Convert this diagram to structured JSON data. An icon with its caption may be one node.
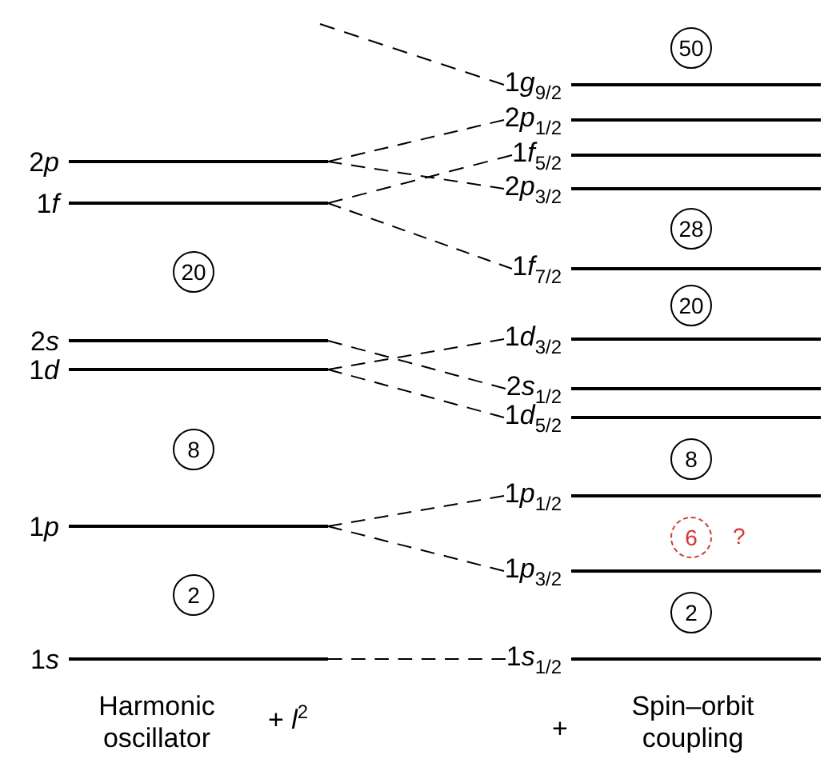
{
  "diagram": {
    "nodes": [
      {
        "text": [
          "2p"
        ]
      },
      {
        "text": [
          "1f"
        ]
      },
      {
        "text": [
          "2s"
        ]
      },
      {
        "text": [
          "1d"
        ]
      },
      {
        "text": [
          "1p"
        ]
      },
      {
        "text": [
          "1s"
        ]
      },
      {
        "text": [
          "1g$_{9/2}$"
        ]
      },
      {
        "text": [
          "2p$_{1/2}$"
        ]
      },
      {
        "text": [
          "1f$_{5/2}$"
        ]
      },
      {
        "text": [
          "2p$_{3/2}$"
        ]
      },
      {
        "text": [
          "1f$_{7/2}$"
        ]
      },
      {
        "text": [
          "1d$_{3/2}$"
        ]
      },
      {
        "text": [
          "2s$_{1/2}$"
        ]
      },
      {
        "text": [
          "1d$_{5/2}$"
        ]
      },
      {
        "text": [
          "1p$_{1/2}$"
        ]
      },
      {
        "text": [
          "1p$_{3/2}$"
        ]
      },
      {
        "text": [
          "1s$_{1/2}$"
        ]
      },
      {
        "text": [
          "20"
        ]
      },
      {
        "text": [
          "8"
        ]
      },
      {
        "text": [
          "2"
        ]
      },
      {
        "text": [
          "50"
        ]
      },
      {
        "text": [
          "28"
        ]
      },
      {
        "text": [
          "20"
        ]
      },
      {
        "text": [
          "8"
        ]
      },
      {
        "text": [
          "6"
        ],
        "beside": [
          "?"
        ]
      },
      {
        "text": [
          "2"
        ]
      }
    ],
    "edges": [
      {
        "from": null,
        "to": 6,
        "arrow": "none",
        "style": "dashed"
      },
      {
        "from": 0,
        "to": 7,
        "arrow": "none",
        "style": "dashed"
      },
      {
        "from": 0,
        "to": 9,
        "arrow": "none",
        "style": "dashed"
      },
      {
        "from": 1,
        "to": 8,
        "arrow": "none",
        "style": "dashed"
      },
      {
        "from": 1,
        "to": 10,
        "arrow": "none",
        "style": "dashed"
      },
      {
        "from": 2,
        "to": 12,
        "arrow": "none",
        "style": "dashed"
      },
      {
        "from": 3,
        "to": 11,
        "arrow": "none",
        "style": "dashed"
      },
      {
        "from": 3,
        "to": 13,
        "arrow": "none",
        "style": "dashed"
      },
      {
        "from": 4,
        "to": 14,
        "arrow": "none",
        "style": "dashed"
      },
      {
        "from": 4,
        "to": 15,
        "arrow": "none",
        "style": "dashed"
      },
      {
        "from": 5,
        "to": 16,
        "arrow": "none",
        "style": "dashed"
      }
    ],
    "labels": [
      "Harmonic oscillator",
      "+ *l*$^{2}$",
      "+",
      "Spin–orbit coupling"
    ]
  }
}
